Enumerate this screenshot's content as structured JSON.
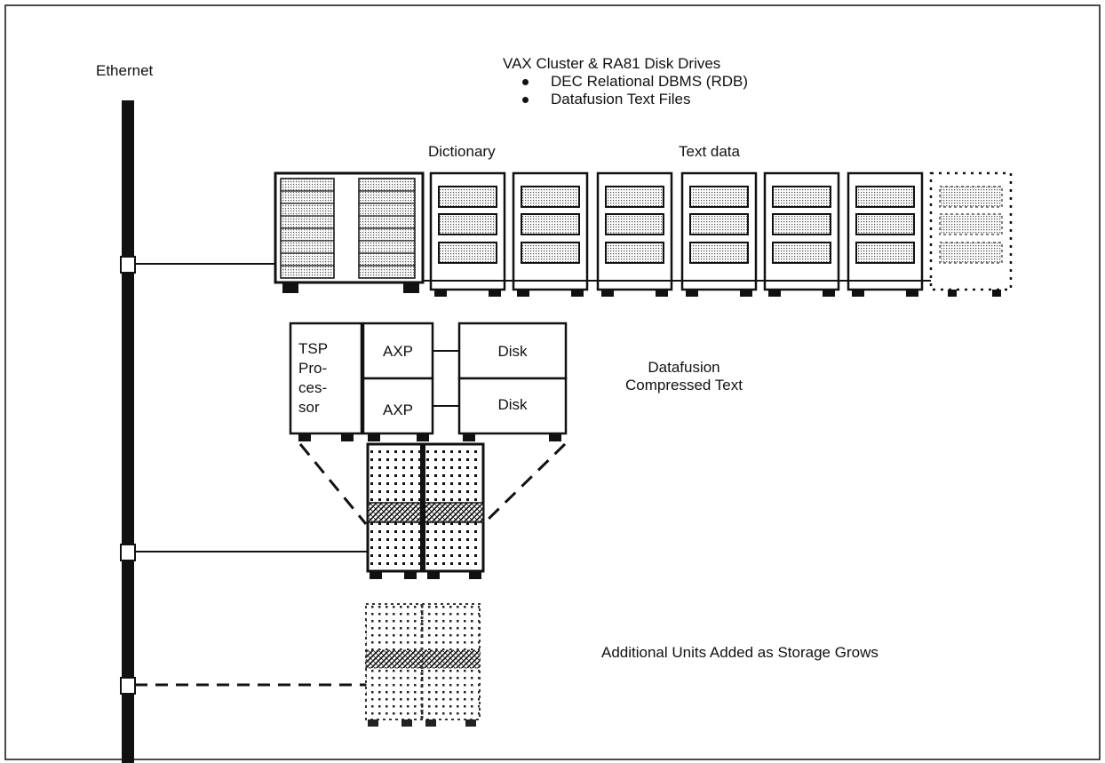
{
  "ethernet_label": "Ethernet",
  "vax": {
    "title": "VAX Cluster & RA81 Disk Drives",
    "bullets": [
      "DEC Relational DBMS (RDB)",
      "Datafusion Text Files"
    ],
    "dictionary_label": "Dictionary",
    "text_data_label": "Text data"
  },
  "tsp": {
    "processor_lines": [
      "TSP",
      "Pro-",
      "ces-",
      "sor"
    ],
    "axp_top": "AXP",
    "axp_bottom": "AXP",
    "disk_top": "Disk",
    "disk_bottom": "Disk",
    "compressed_line1": "Datafusion",
    "compressed_line2": "Compressed Text"
  },
  "additional_label": "Additional Units Added as Storage Grows"
}
